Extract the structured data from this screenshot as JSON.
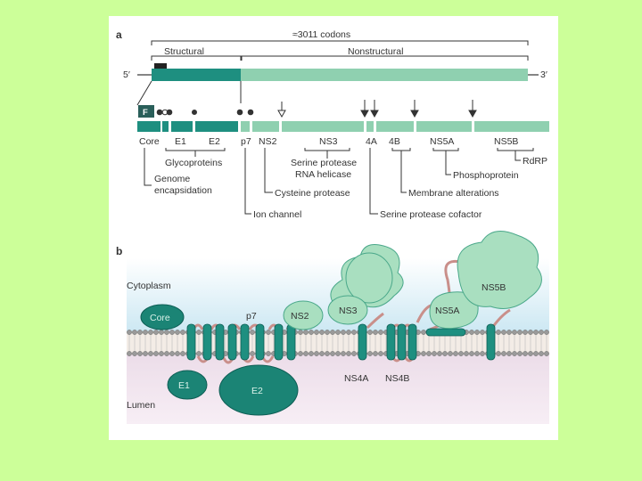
{
  "colors": {
    "slide_bg": "#ccff99",
    "panel_bg": "#ffffff",
    "structural": "#1e8f80",
    "nonstructural": "#8fd0b0",
    "protein_light": "#a9dfc0",
    "protein_dark": "#1b8475",
    "membrane_pink": "#c98f8a",
    "cytoplasm_bg": "#cde8f3",
    "lumen_bg": "#ecdde9"
  },
  "panel_a": {
    "letter": "a",
    "codons_label": "≈3011 codons",
    "structural_label": "Structural",
    "nonstructural_label": "Nonstructural",
    "five_prime": "5′",
    "three_prime": "3′",
    "f_box": "F",
    "proteins": [
      "Core",
      "E1",
      "E2",
      "p7",
      "NS2",
      "NS3",
      "4A",
      "4B",
      "NS5A",
      "NS5B"
    ],
    "annotations": {
      "glycoproteins": "Glycoproteins",
      "genome_encapsidation_1": "Genome",
      "genome_encapsidation_2": "encapsidation",
      "ion_channel": "Ion channel",
      "cysteine_protease": "Cysteine protease",
      "serine_protease": "Serine protease",
      "rna_helicase": "RNA helicase",
      "serine_protease_cofactor": "Serine protease cofactor",
      "membrane_alterations": "Membrane alterations",
      "phosphoprotein": "Phosphoprotein",
      "rdrp": "RdRP"
    }
  },
  "panel_b": {
    "letter": "b",
    "cytoplasm": "Cytoplasm",
    "lumen": "Lumen",
    "labels": {
      "core": "Core",
      "p7": "p7",
      "ns2": "NS2",
      "ns3": "NS3",
      "ns5a": "NS5A",
      "ns5b": "NS5B",
      "e1": "E1",
      "e2": "E2",
      "ns4a": "NS4A",
      "ns4b": "NS4B"
    }
  }
}
